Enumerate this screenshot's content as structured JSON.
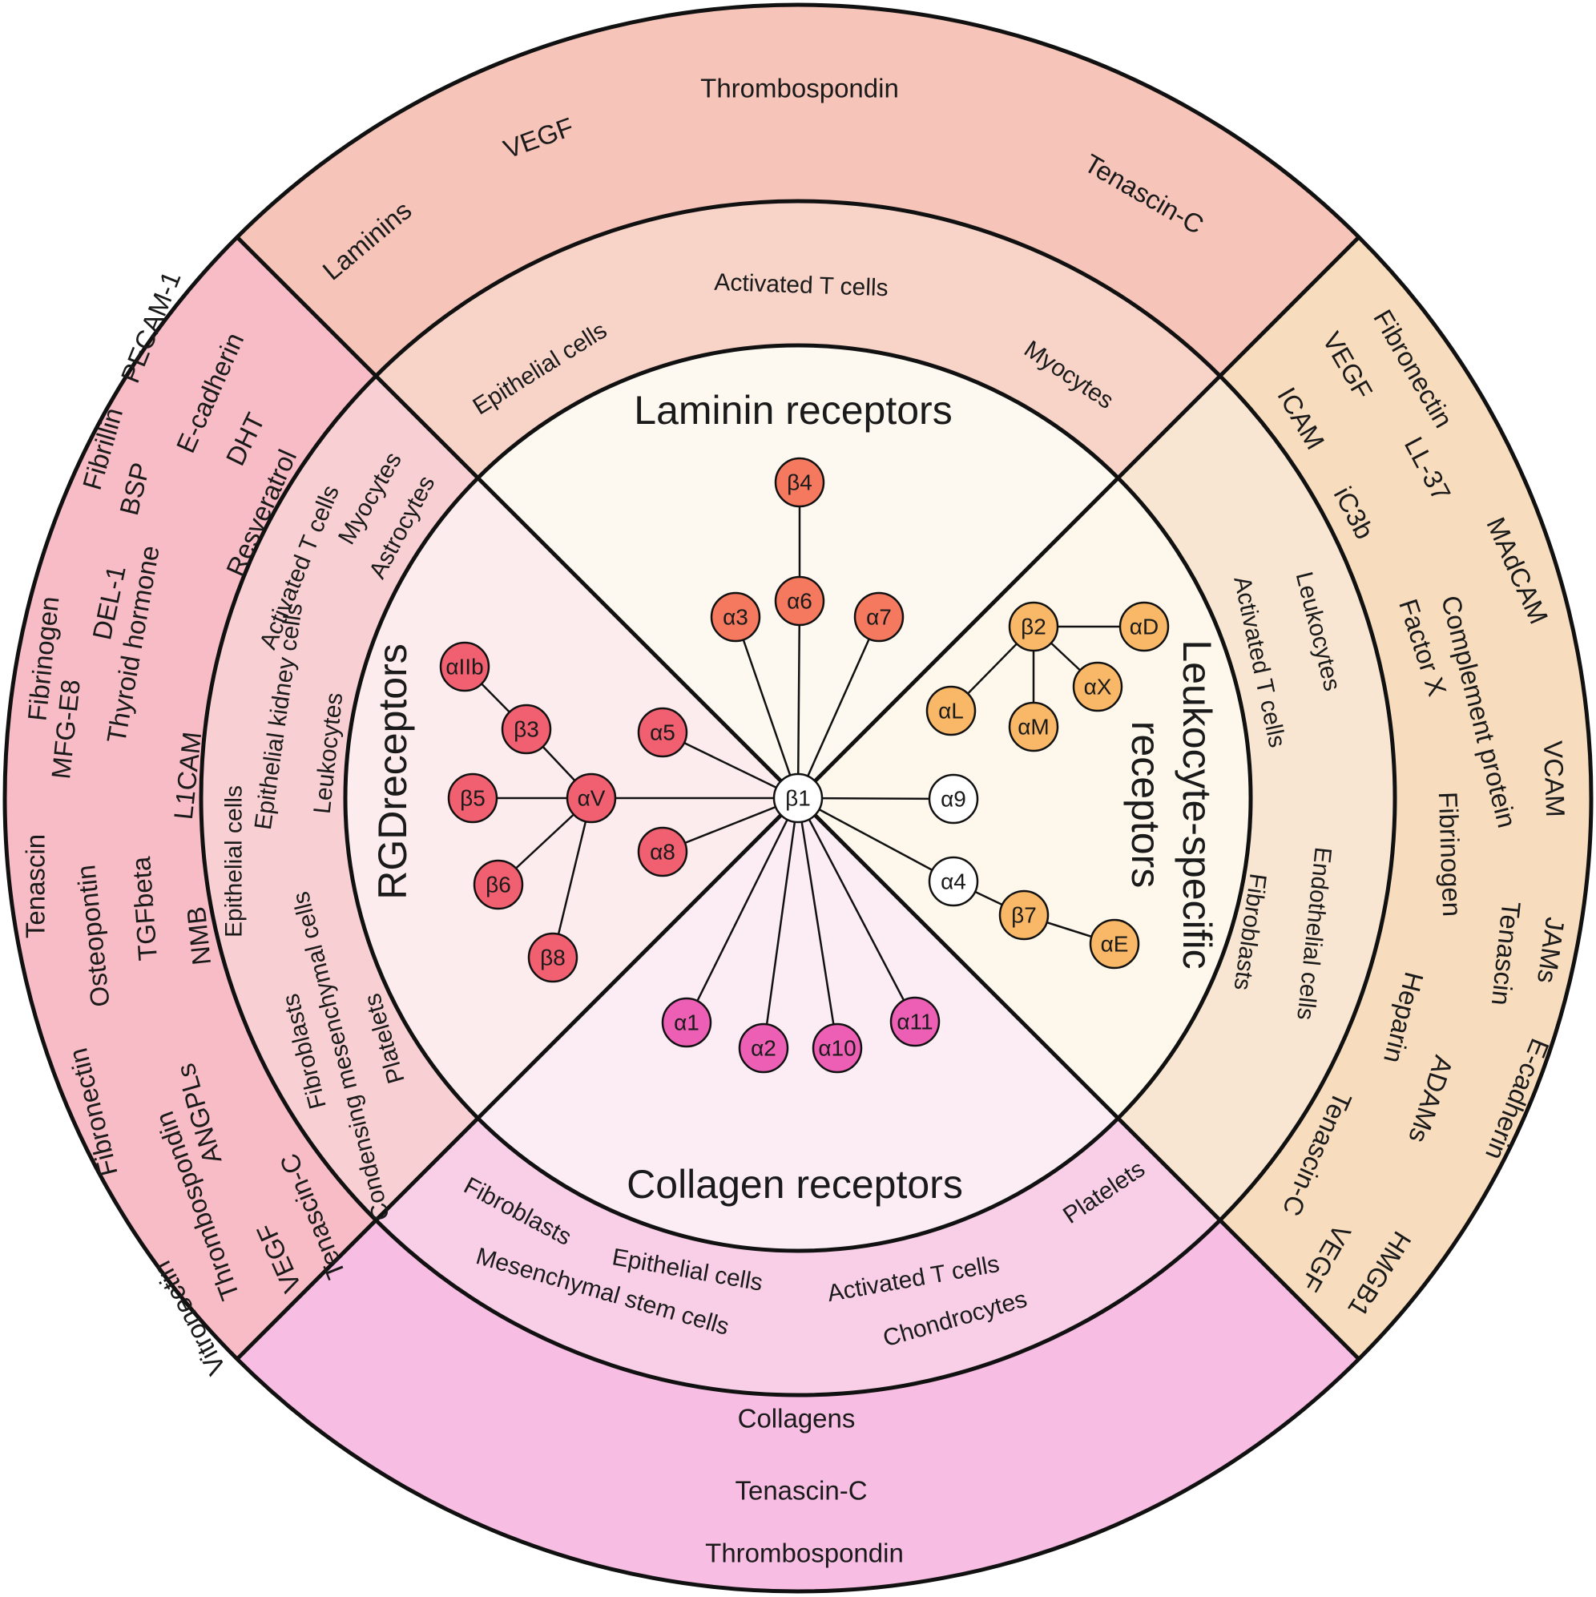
{
  "sectors": {
    "laminin": {
      "title": "Laminin receptors",
      "colors": {
        "outer": "#f7c4b9",
        "middle": "#f8d3c8",
        "inner": "#fdf8f0"
      },
      "cells": [
        "Epithelial cells",
        "Activated T cells",
        "Myocytes"
      ],
      "ligands": [
        "Laminins",
        "VEGF",
        "Thrombospondin",
        "Tenascin-C"
      ]
    },
    "leukocyte": {
      "title_line1": "Leukocyte-specific",
      "title_line2": "receptors",
      "colors": {
        "outer": "#f8dcbe",
        "middle": "#f9e6d2",
        "inner": "#fdf7ec"
      },
      "cells": [
        "Leukocytes",
        "Activated T cells",
        "Endothelial cells",
        "Fibroblasts"
      ],
      "ligands": [
        "Fibronectin",
        "VEGF",
        "ICAM",
        "LL-37",
        "iC3b",
        "MAdCAM",
        "Complement protein",
        "Factor X",
        "VCAM",
        "Fibrinogen",
        "Tenascin",
        "JAMs",
        "Heparin",
        "ADAMs",
        "E-cadherin",
        "Tenascin-C",
        "VEGF",
        "HMGB1"
      ]
    },
    "collagen": {
      "title": "Collagen receptors",
      "colors": {
        "outer": "#f7bde2",
        "middle": "#f9cfe8",
        "inner": "#fcedf5"
      },
      "cells": [
        "Fibroblasts",
        "Mesenchymal stem cells",
        "Epithelial cells",
        "Activated T cells",
        "Chondrocytes",
        "Platelets"
      ],
      "ligands": [
        "Collagens",
        "Tenascin-C",
        "Thrombospondin"
      ]
    },
    "rgd": {
      "title": "RGDreceptors",
      "colors": {
        "outer": "#f8bcc6",
        "middle": "#f8d0d4",
        "inner": "#fcecee"
      },
      "cells": [
        "Myocytes",
        "Astrocytes",
        "Activated T cells",
        "Epithelial kidney cells",
        "Leukocytes",
        "Epithelial cells",
        "Fibroblasts",
        "Condensing mesenchymal cells",
        "Platelets"
      ],
      "ligands": [
        "Fibrillin",
        "PECAM-1",
        "E-cadherin",
        "DHT",
        "Resveratrol",
        "DEL-1",
        "BSP",
        "Fibrinogen",
        "MFG-E8",
        "Thyroid hormone",
        "L1CAM",
        "Tenascin",
        "Osteopontin",
        "TGFbeta",
        "NMB",
        "Fibronectin",
        "ANGPLs",
        "Thrombospondin",
        "Tenascin-C",
        "VEGF",
        "Vitronectin"
      ]
    }
  },
  "nodes": [
    {
      "id": "b1",
      "label": "β1",
      "color": "#ffffff"
    },
    {
      "id": "b4",
      "label": "β4",
      "color": "#f4795f"
    },
    {
      "id": "a6",
      "label": "α6",
      "color": "#f4795f"
    },
    {
      "id": "a3",
      "label": "α3",
      "color": "#f4795f"
    },
    {
      "id": "a7",
      "label": "α7",
      "color": "#f4795f"
    },
    {
      "id": "b2",
      "label": "β2",
      "color": "#f9b867"
    },
    {
      "id": "aD",
      "label": "αD",
      "color": "#f9b867"
    },
    {
      "id": "aL",
      "label": "αL",
      "color": "#f9b867"
    },
    {
      "id": "aM",
      "label": "αM",
      "color": "#f9b867"
    },
    {
      "id": "aX",
      "label": "αX",
      "color": "#f9b867"
    },
    {
      "id": "a9",
      "label": "α9",
      "color": "#ffffff"
    },
    {
      "id": "a4",
      "label": "α4",
      "color": "#ffffff"
    },
    {
      "id": "b7",
      "label": "β7",
      "color": "#f9b867"
    },
    {
      "id": "aE",
      "label": "αE",
      "color": "#f9b867"
    },
    {
      "id": "a1",
      "label": "α1",
      "color": "#ec5fb5"
    },
    {
      "id": "a2",
      "label": "α2",
      "color": "#ec5fb5"
    },
    {
      "id": "a10",
      "label": "α10",
      "color": "#ec5fb5"
    },
    {
      "id": "a11",
      "label": "α11",
      "color": "#ec5fb5"
    },
    {
      "id": "aIIb",
      "label": "αIIb",
      "color": "#f06070"
    },
    {
      "id": "b3",
      "label": "β3",
      "color": "#f06070"
    },
    {
      "id": "aV",
      "label": "αV",
      "color": "#f06070"
    },
    {
      "id": "b5",
      "label": "β5",
      "color": "#f06070"
    },
    {
      "id": "b6",
      "label": "β6",
      "color": "#f06070"
    },
    {
      "id": "b8",
      "label": "β8",
      "color": "#f06070"
    },
    {
      "id": "a5",
      "label": "α5",
      "color": "#f06070"
    },
    {
      "id": "a8",
      "label": "α8",
      "color": "#f06070"
    }
  ],
  "edges": [
    [
      "b4",
      "a6"
    ],
    [
      "a6",
      "b1"
    ],
    [
      "a3",
      "b1"
    ],
    [
      "a7",
      "b1"
    ],
    [
      "b2",
      "aD"
    ],
    [
      "b2",
      "aL"
    ],
    [
      "b2",
      "aM"
    ],
    [
      "b2",
      "aX"
    ],
    [
      "a9",
      "b1"
    ],
    [
      "a4",
      "b1"
    ],
    [
      "a4",
      "b7"
    ],
    [
      "b7",
      "aE"
    ],
    [
      "a1",
      "b1"
    ],
    [
      "a2",
      "b1"
    ],
    [
      "a10",
      "b1"
    ],
    [
      "a11",
      "b1"
    ],
    [
      "aIIb",
      "b3"
    ],
    [
      "b3",
      "aV"
    ],
    [
      "b5",
      "aV"
    ],
    [
      "b6",
      "aV"
    ],
    [
      "b8",
      "aV"
    ],
    [
      "aV",
      "b1"
    ],
    [
      "a5",
      "b1"
    ],
    [
      "a8",
      "b1"
    ]
  ]
}
